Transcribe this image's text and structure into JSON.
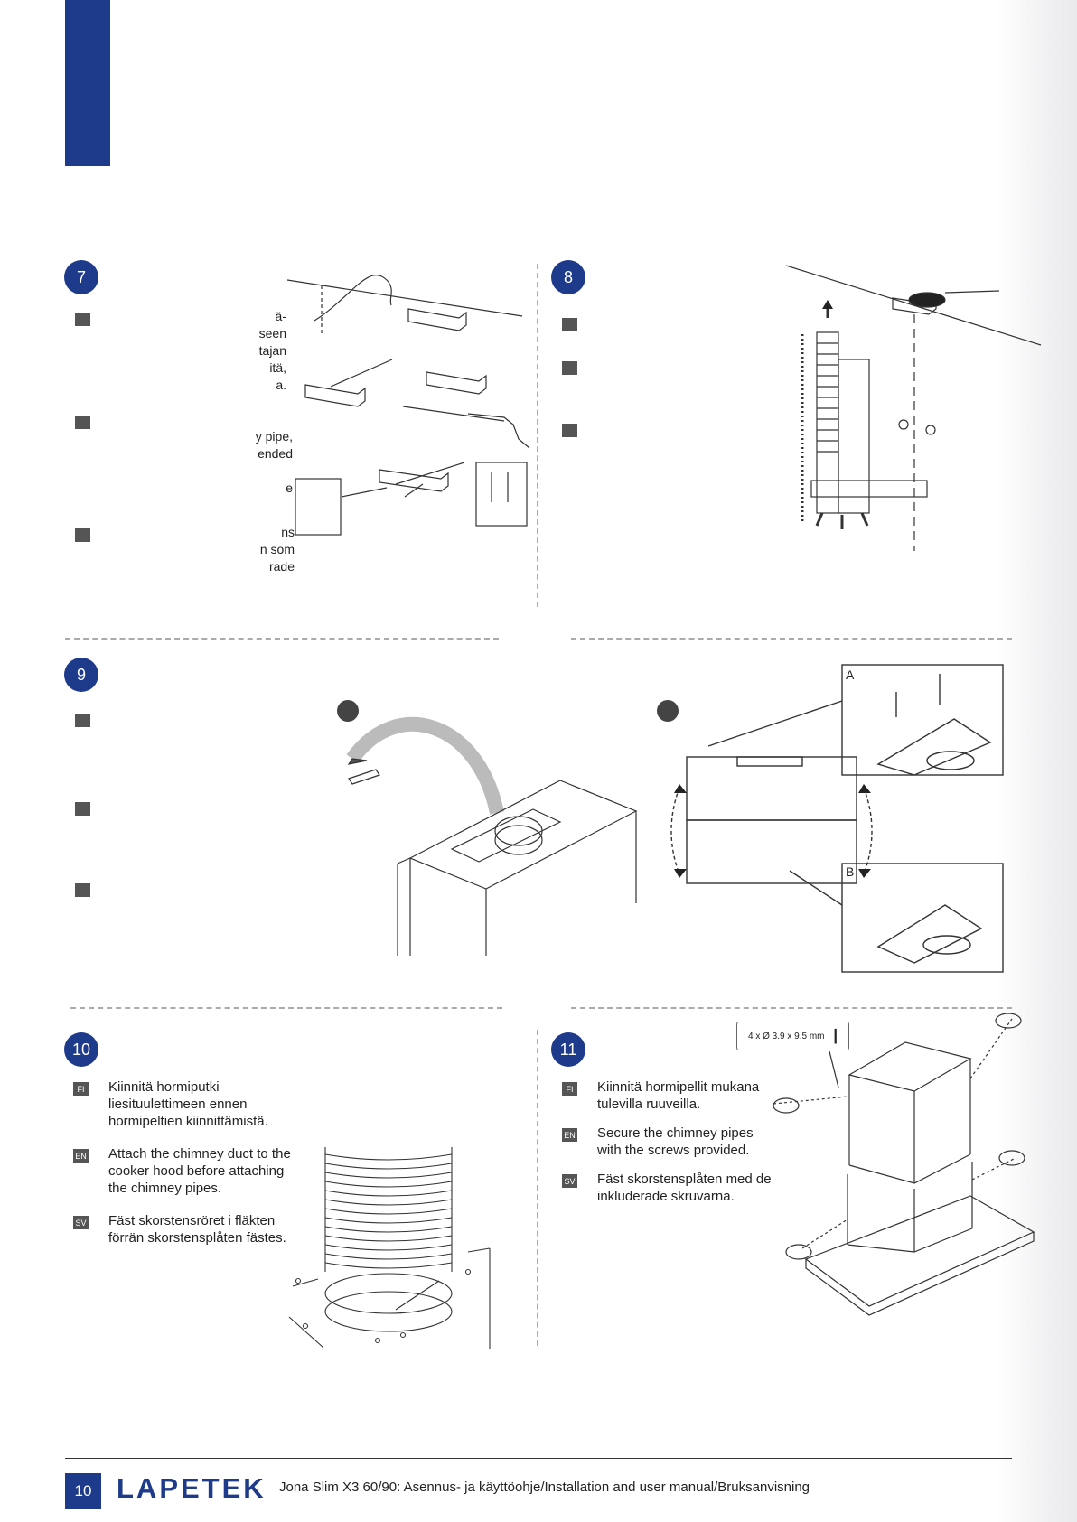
{
  "steps": {
    "s7": {
      "number": "7",
      "fragments": {
        "fi": "ä-\n seen\ntajan\n itä,\na.",
        "en": "y pipe,\nended\n\ne",
        "sv": "ns\nn som\nrade"
      }
    },
    "s8": {
      "number": "8"
    },
    "s9": {
      "number": "9",
      "label_a": "A",
      "label_b": "B"
    },
    "s10": {
      "number": "10",
      "fi_tag": "FI",
      "en_tag": "EN",
      "sv_tag": "SV",
      "fi": "Kiinnitä hormiputki\nliesituulettimeen ennen\nhormipeltien kiinnittämistä.",
      "en": "Attach the chimney duct to the\ncooker hood before attaching\nthe chimney pipes.",
      "sv": "Fäst skorstensröret i fläkten\nförrän skorstensplåten fästes."
    },
    "s11": {
      "number": "11",
      "fi_tag": "FI",
      "en_tag": "EN",
      "sv_tag": "SV",
      "fi": "Kiinnitä hormipellit mukana\ntulevilla ruuveilla.",
      "en": "Secure the chimney pipes\nwith the screws provided.",
      "sv": "Fäst skorstensplåten med de\ninkluderade skruvarna.",
      "screw_spec": "4 x Ø 3.9 x 9.5 mm"
    }
  },
  "footer": {
    "page_number": "10",
    "brand": "LAPETEK",
    "text": "Jona Slim X3 60/90: Asennus- ja käyttöohje/Installation and user manual/Bruksanvisning"
  },
  "colors": {
    "accent": "#1e3a8a",
    "badge_grey": "#555555"
  }
}
